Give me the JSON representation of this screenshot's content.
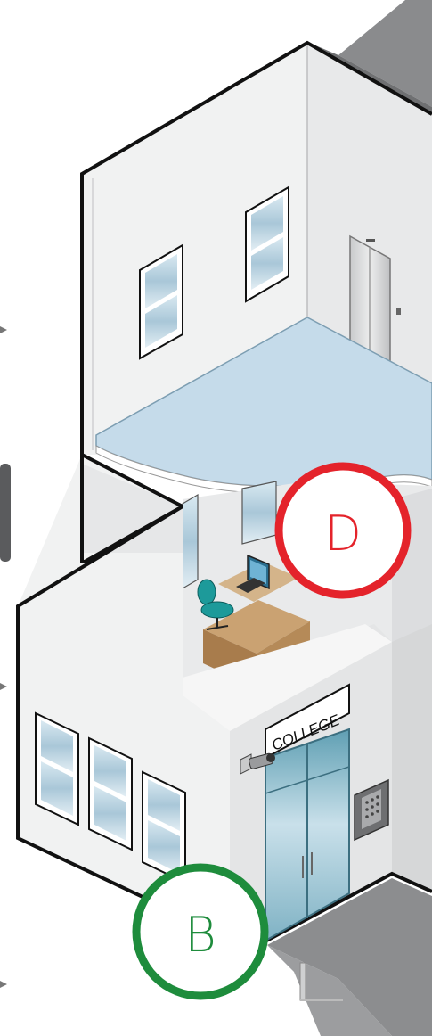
{
  "sign": {
    "text": "COLLEGE"
  },
  "markers": [
    {
      "id": "D",
      "label": "D",
      "color": "#e4232b"
    },
    {
      "id": "B",
      "label": "B",
      "color": "#1e8c3c"
    }
  ],
  "colors": {
    "wall": "#f1f2f2",
    "wall_shade": "#dcdddf",
    "outline": "#111111",
    "roof_gray": "#8a8b8d",
    "sidewalk": "#8c8d8f",
    "glass": "#b7d3e2",
    "desk": "#b58a58",
    "chair": "#1d9a9a"
  },
  "icons": [
    "security-camera-icon",
    "keypad-icon",
    "computer-monitor-icon",
    "office-chair-icon",
    "elevator-icon"
  ]
}
